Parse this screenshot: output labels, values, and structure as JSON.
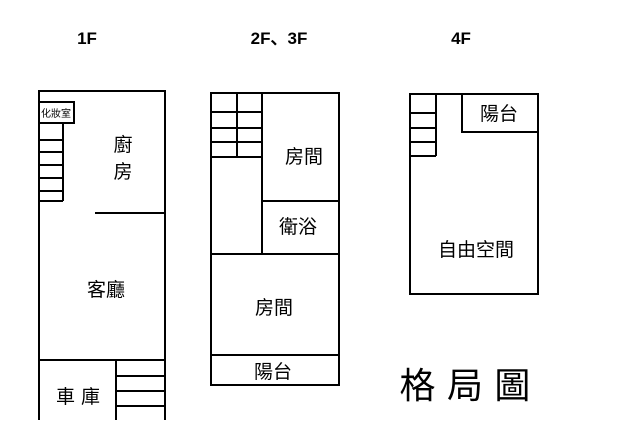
{
  "floors": {
    "f1": {
      "label": "1F",
      "rooms": {
        "makeup": "化妝室",
        "kitchen_1": "廚",
        "kitchen_2": "房",
        "living": "客廳",
        "garage": "車 庫"
      }
    },
    "f2": {
      "label": "2F、3F",
      "rooms": {
        "bedroom_top": "房間",
        "bath": "衛浴",
        "bedroom_bottom": "房間",
        "balcony": "陽台"
      }
    },
    "f4": {
      "label": "4F",
      "rooms": {
        "balcony": "陽台",
        "free_space": "自由空間"
      }
    }
  },
  "title": "格 局 圖"
}
